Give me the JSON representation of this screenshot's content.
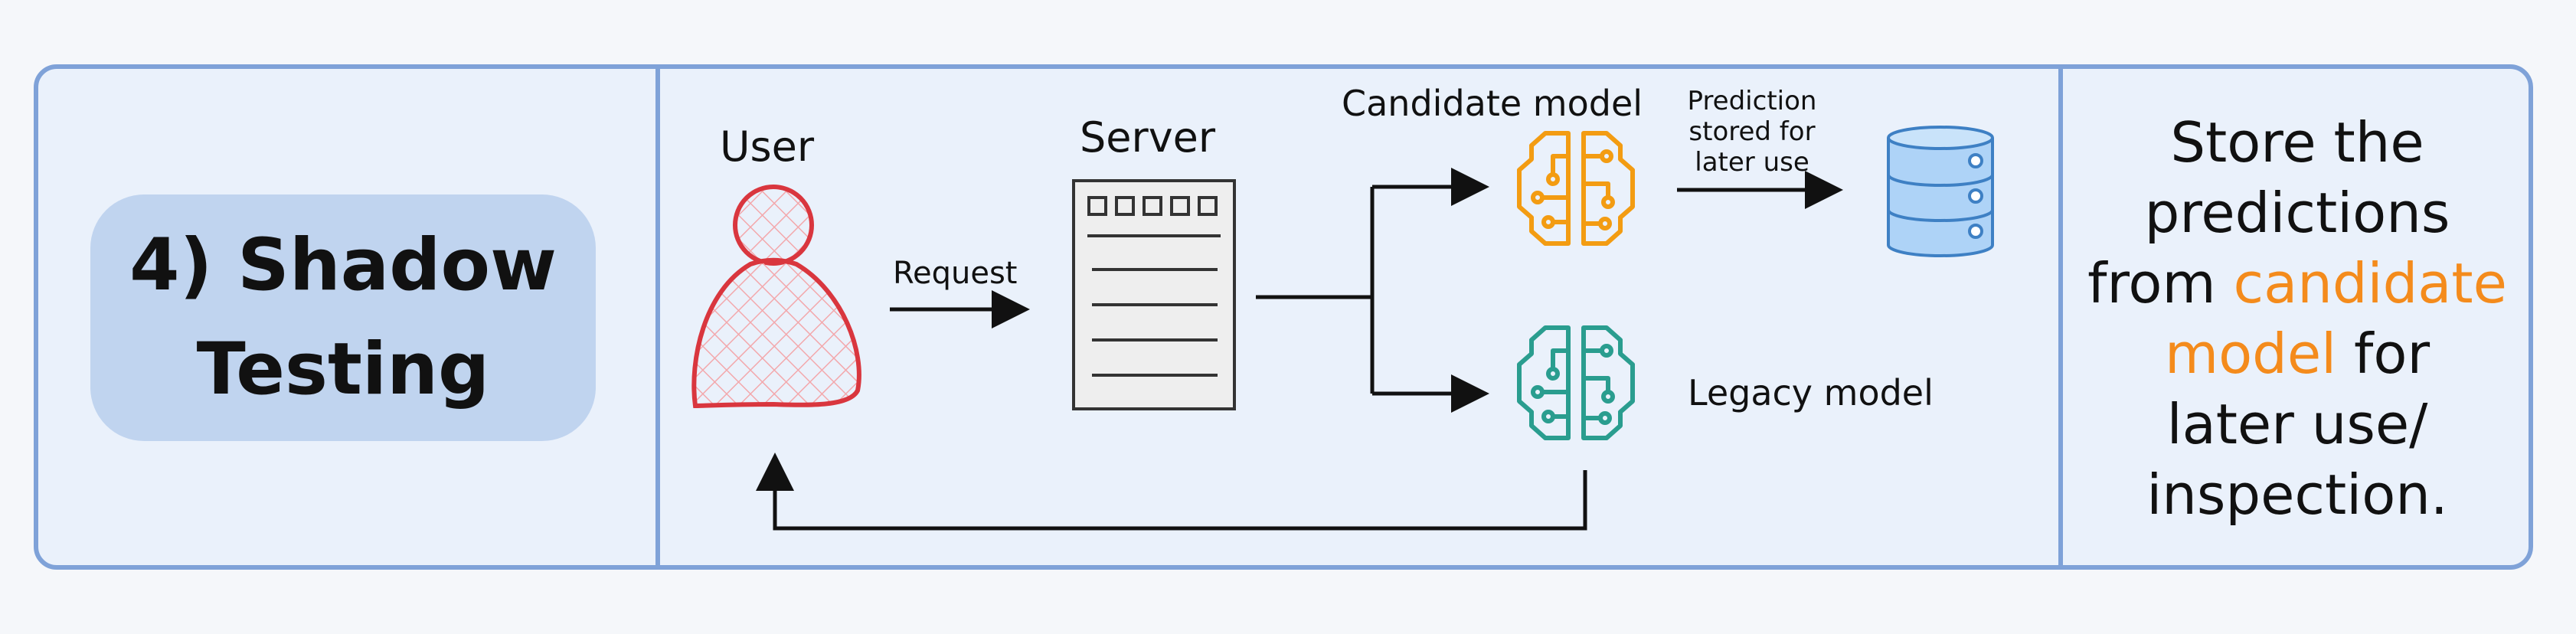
{
  "panel_title": "4) Shadow\nTesting",
  "labels": {
    "user": "User",
    "server": "Server",
    "request": "Request",
    "candidate_model": "Candidate model",
    "legacy_model": "Legacy model",
    "prediction_note": "Prediction\nstored for\nlater use"
  },
  "description": {
    "line1": "Store the",
    "line2": "predictions",
    "from": "from ",
    "highlight_1": "candidate",
    "highlight_2": "model",
    "after_highlight": " for",
    "line5": "later use/",
    "line6": "inspection."
  },
  "colors": {
    "frame": "#7fa2d8",
    "panel_bg": "#eaf1fb",
    "title_bg": "#c0d4ef",
    "user": "#d9363e",
    "candidate": "#f39c12",
    "legacy": "#2a9d8f",
    "database": "#aed3f7",
    "highlight": "#f48b1c"
  },
  "icons": {
    "user": "user-icon",
    "server": "server-icon",
    "candidate": "brain-circuit-icon",
    "legacy": "brain-circuit-icon",
    "storage": "database-icon"
  }
}
